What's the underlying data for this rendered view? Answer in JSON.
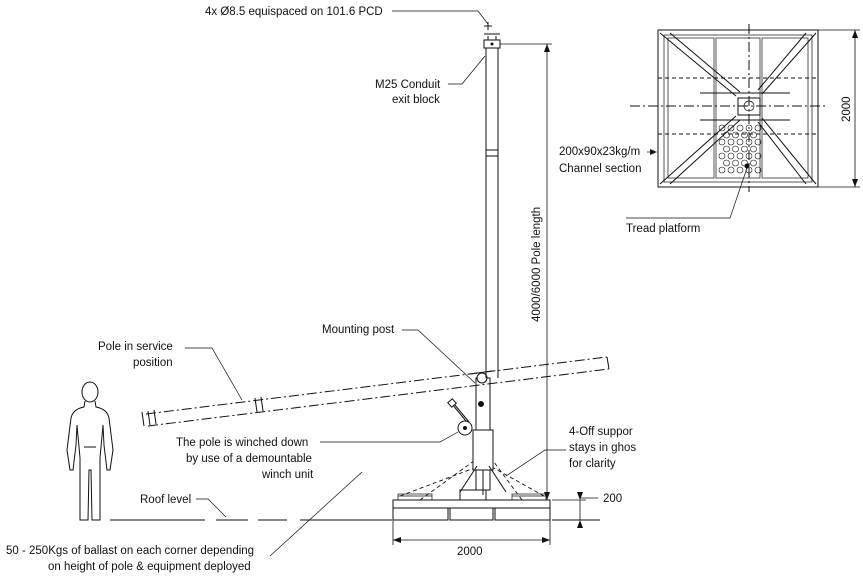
{
  "labels": {
    "holes": "4x Ø8.5 equispaced on 101.6 PCD",
    "conduit_line1": "M25 Conduit",
    "conduit_line2": "exit block",
    "pole_length": "4000/6000 Pole length",
    "plan_width": "2000",
    "channel_line1": "200x90x23kg/m",
    "channel_line2": "Channel section",
    "tread": "Tread platform",
    "mounting_post": "Mounting post",
    "service_line1": "Pole in service",
    "service_line2": "position",
    "winch_line1": "The pole is winched down",
    "winch_line2": "by use of a demountable",
    "winch_line3": "winch unit",
    "stays_line1": "4-Off suppor",
    "stays_line2": "stays in ghos",
    "stays_line3": "for clarity",
    "base_height": "200",
    "roof": "Roof level",
    "ballast_line1": "50 - 250Kgs of ballast on each corner depending",
    "ballast_line2": "on height of pole & equipment deployed",
    "base_width": "2000"
  }
}
